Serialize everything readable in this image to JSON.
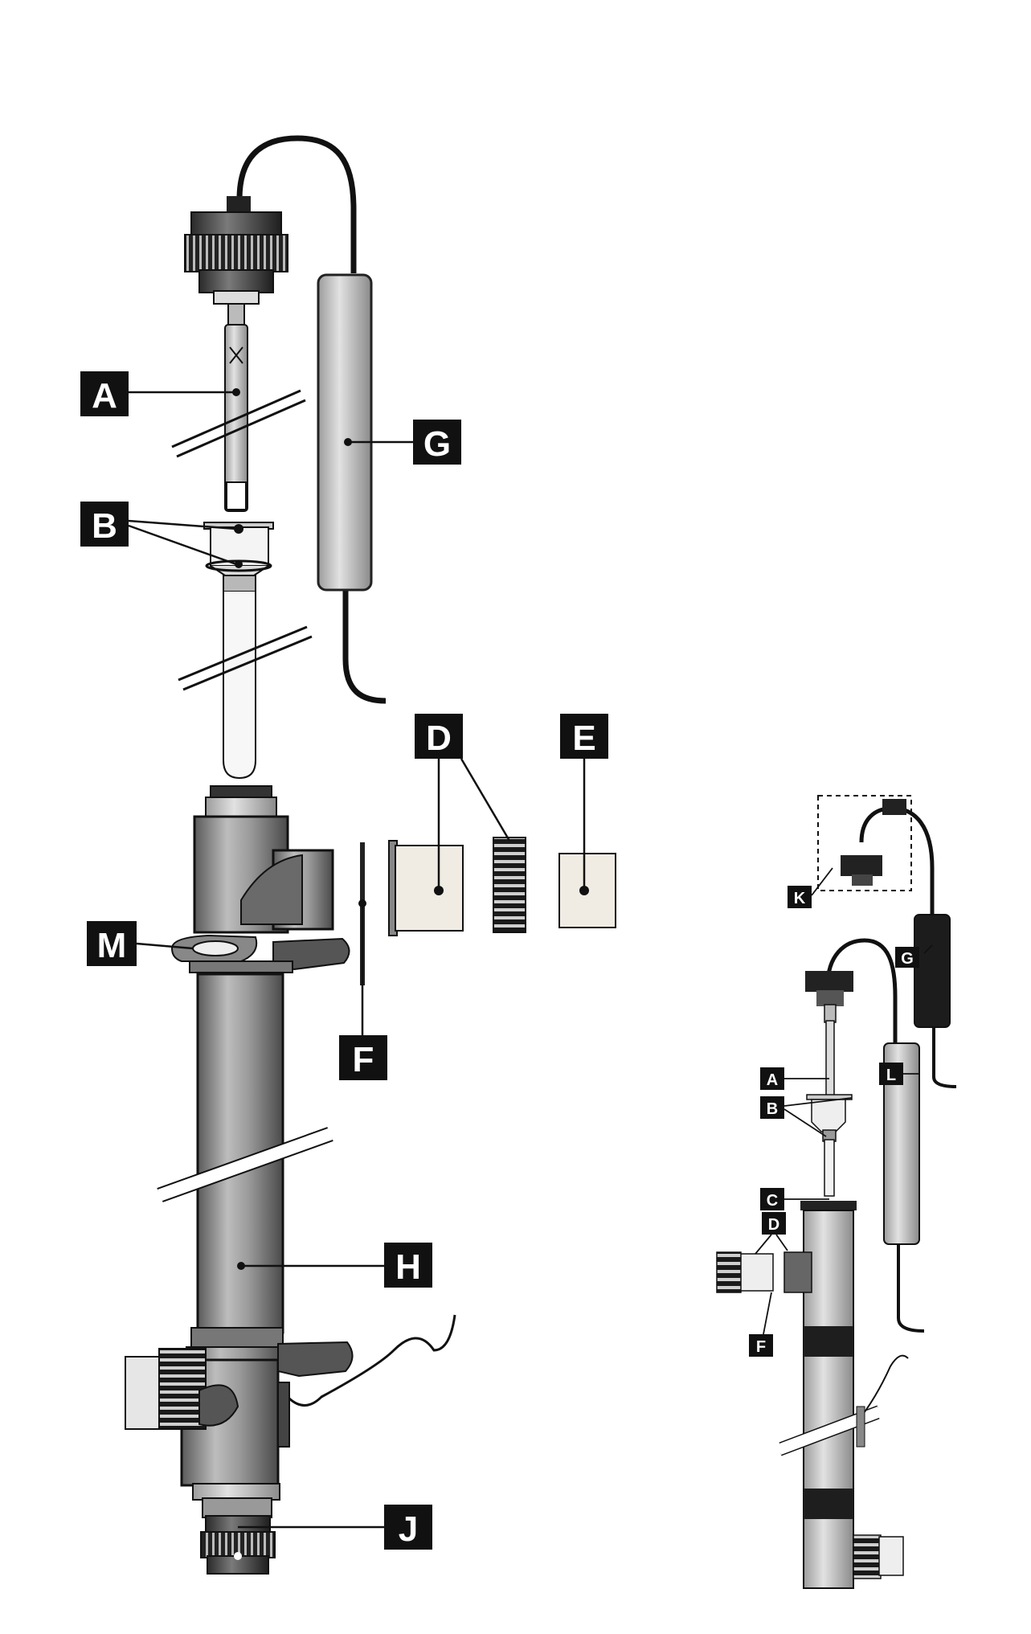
{
  "labels": {
    "A": "A",
    "B": "B",
    "D": "D",
    "E": "E",
    "F": "F",
    "G": "G",
    "H": "H",
    "J": "J",
    "M": "M"
  },
  "small_labels": {
    "K": "K",
    "G": "G",
    "A": "A",
    "L": "L",
    "B": "B",
    "C": "C",
    "D": "D",
    "F": "F"
  },
  "colors": {
    "ink": "#111111",
    "body_gray": "#8c8c8c",
    "light_gray": "#d2d2d2",
    "paper": "#ffffff",
    "box_fill": "#f0ece4"
  }
}
